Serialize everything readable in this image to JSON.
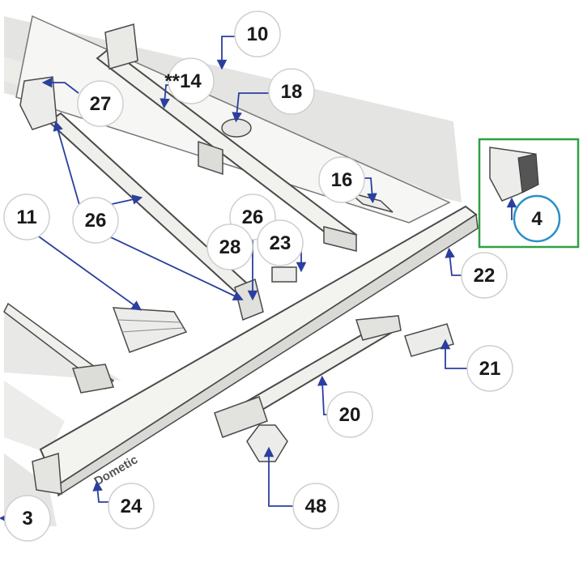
{
  "diagram": {
    "brand_text": "Dometic",
    "callouts": [
      {
        "id": "c10",
        "label": "10"
      },
      {
        "id": "c14",
        "label": "**14"
      },
      {
        "id": "c18",
        "label": "18"
      },
      {
        "id": "c27",
        "label": "27"
      },
      {
        "id": "c16",
        "label": "16"
      },
      {
        "id": "c4",
        "label": "4"
      },
      {
        "id": "c11",
        "label": "11"
      },
      {
        "id": "c26a",
        "label": "26"
      },
      {
        "id": "c26b",
        "label": "26"
      },
      {
        "id": "c28",
        "label": "28"
      },
      {
        "id": "c23",
        "label": "23"
      },
      {
        "id": "c22",
        "label": "22"
      },
      {
        "id": "c21",
        "label": "21"
      },
      {
        "id": "c20",
        "label": "20"
      },
      {
        "id": "c24",
        "label": "24"
      },
      {
        "id": "c48",
        "label": "48"
      },
      {
        "id": "c3",
        "label": "3"
      }
    ],
    "colors": {
      "leader": "#2a3f9e",
      "highlight_box": "#2ea043",
      "highlight_circle": "#2a8fc8",
      "part_fill": "#f1f1ee",
      "part_stroke": "#4a4a4a",
      "shade": "#d9d9d6"
    }
  }
}
